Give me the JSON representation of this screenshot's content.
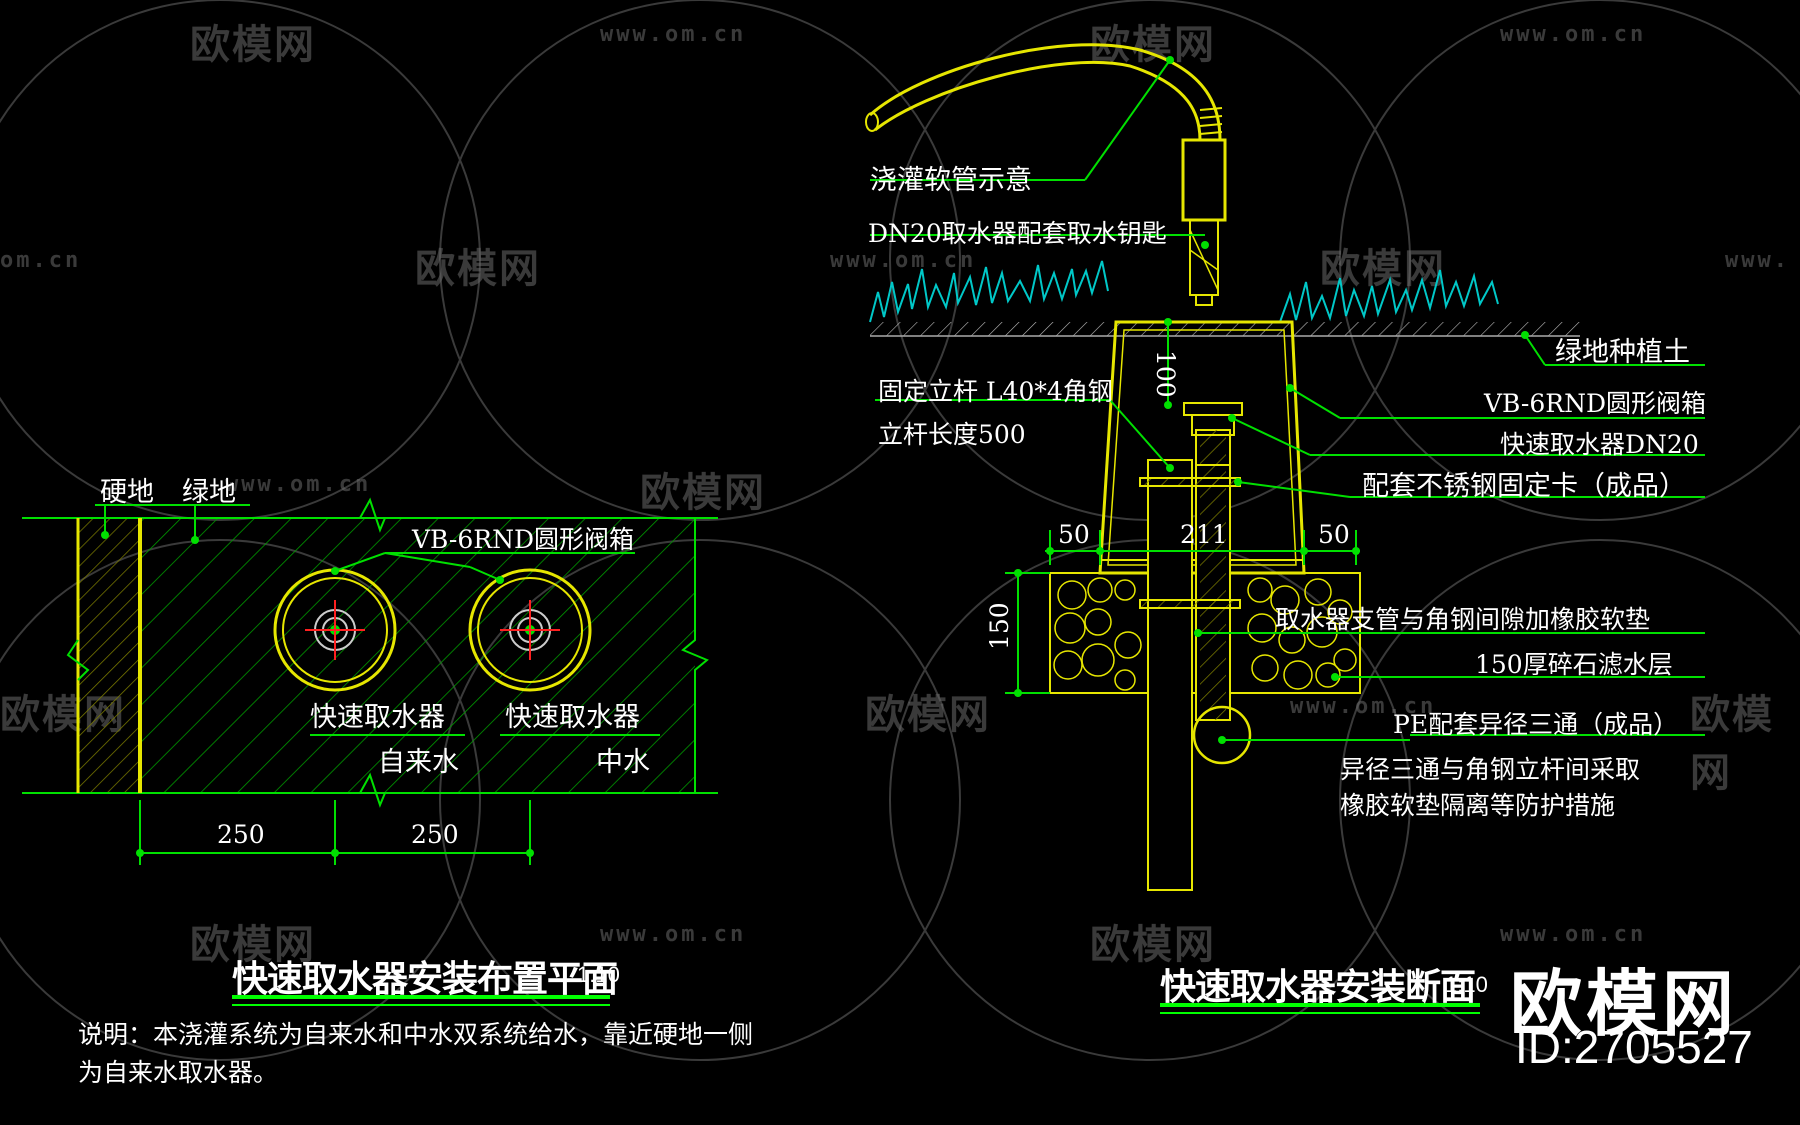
{
  "watermark": {
    "brand": "欧模网",
    "url": "www.om.cn",
    "url_partial_left": "om.cn",
    "url_partial_right": "www."
  },
  "plan": {
    "label_hard_ground": "硬地",
    "label_green_ground": "绿地",
    "label_valve_box": "VB-6RND圆形阀箱",
    "label_tap1_name": "快速取水器",
    "label_tap1_type": "自来水",
    "label_tap2_name": "快速取水器",
    "label_tap2_type": "中水",
    "dim1": "250",
    "dim2": "250",
    "title": "快速取水器安装布置平面",
    "scale": "1:10"
  },
  "note": {
    "line1": "说明：本浇灌系统为自来水和中水双系统给水，靠近硬地一侧",
    "line2": "为自来水取水器。"
  },
  "section": {
    "label_hose": "浇灌软管示意",
    "label_key": "DN20取水器配套取水钥匙",
    "label_soil": "绿地种植土",
    "label_valve_box": "VB-6RND圆形阀箱",
    "label_tap": "快速取水器DN20",
    "label_clip": "配套不锈钢固定卡（成品）",
    "label_post": "固定立杆 L40*4角钢",
    "label_post_len": "立杆长度500",
    "label_pad": "取水器支管与角钢间隙加橡胶软垫",
    "label_gravel": "150厚碎石滤水层",
    "label_tee": "PE配套异径三通（成品）",
    "label_tee_note1": "异径三通与角钢立杆间采取",
    "label_tee_note2": "橡胶软垫隔离等防护措施",
    "dim_100": "100",
    "dim_50_left": "50",
    "dim_211": "211",
    "dim_50_right": "50",
    "dim_150": "150",
    "title": "快速取水器安装断面",
    "scale": "1:10"
  },
  "brand": {
    "name": "欧模网",
    "id": "ID:2705527"
  },
  "colors": {
    "background": "#000000",
    "leader_green": "#00e000",
    "outline_yellow": "#e6e600",
    "hatch_green": "#009900",
    "plant_cyan": "#00c8c8",
    "watermark_gray": "#6a6a6a"
  }
}
